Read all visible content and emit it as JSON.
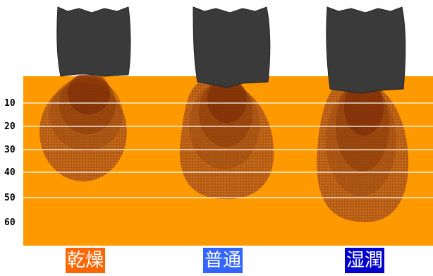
{
  "depth_labels": [
    "10",
    "20",
    "30",
    "40",
    "50",
    "60"
  ],
  "conditions": [
    {
      "label": "乾燥",
      "color": "#ff6600"
    },
    {
      "label": "普通",
      "color": "#3366ff"
    },
    {
      "label": "湿潤",
      "color": "#0000cc"
    }
  ],
  "colors": {
    "soil": "#ff9900",
    "emitter": "#3a3a3a",
    "wet_zone": "#9a4a14",
    "wet_core": "#7a2a06",
    "grid_line": "#ffffff"
  }
}
